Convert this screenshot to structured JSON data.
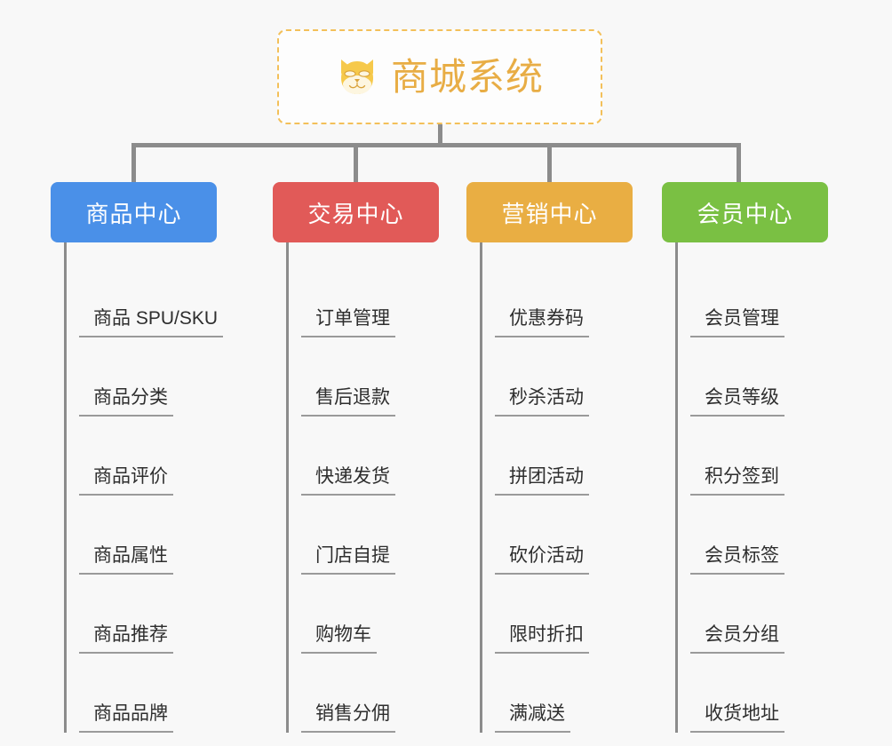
{
  "root": {
    "title": "商城系统",
    "icon": "shiba-dog-face-icon",
    "border_color": "#f3c05a",
    "text_color": "#e8ad45",
    "background": "#fdfdfd"
  },
  "canvas": {
    "background": "#f8f8f8",
    "connector_color": "#8c8c8c"
  },
  "branches": [
    {
      "label": "商品中心",
      "color": "#4a90e8",
      "items": [
        "商品 SPU/SKU",
        "商品分类",
        "商品评价",
        "商品属性",
        "商品推荐",
        "商品品牌"
      ]
    },
    {
      "label": "交易中心",
      "color": "#e15a58",
      "items": [
        "订单管理",
        "售后退款",
        "快递发货",
        "门店自提",
        "购物车",
        "销售分佣"
      ]
    },
    {
      "label": "营销中心",
      "color": "#e9ae43",
      "items": [
        "优惠券码",
        "秒杀活动",
        "拼团活动",
        "砍价活动",
        "限时折扣",
        "满减送"
      ]
    },
    {
      "label": "会员中心",
      "color": "#7ac043",
      "items": [
        "会员管理",
        "会员等级",
        "积分签到",
        "会员标签",
        "会员分组",
        "收货地址"
      ]
    }
  ]
}
